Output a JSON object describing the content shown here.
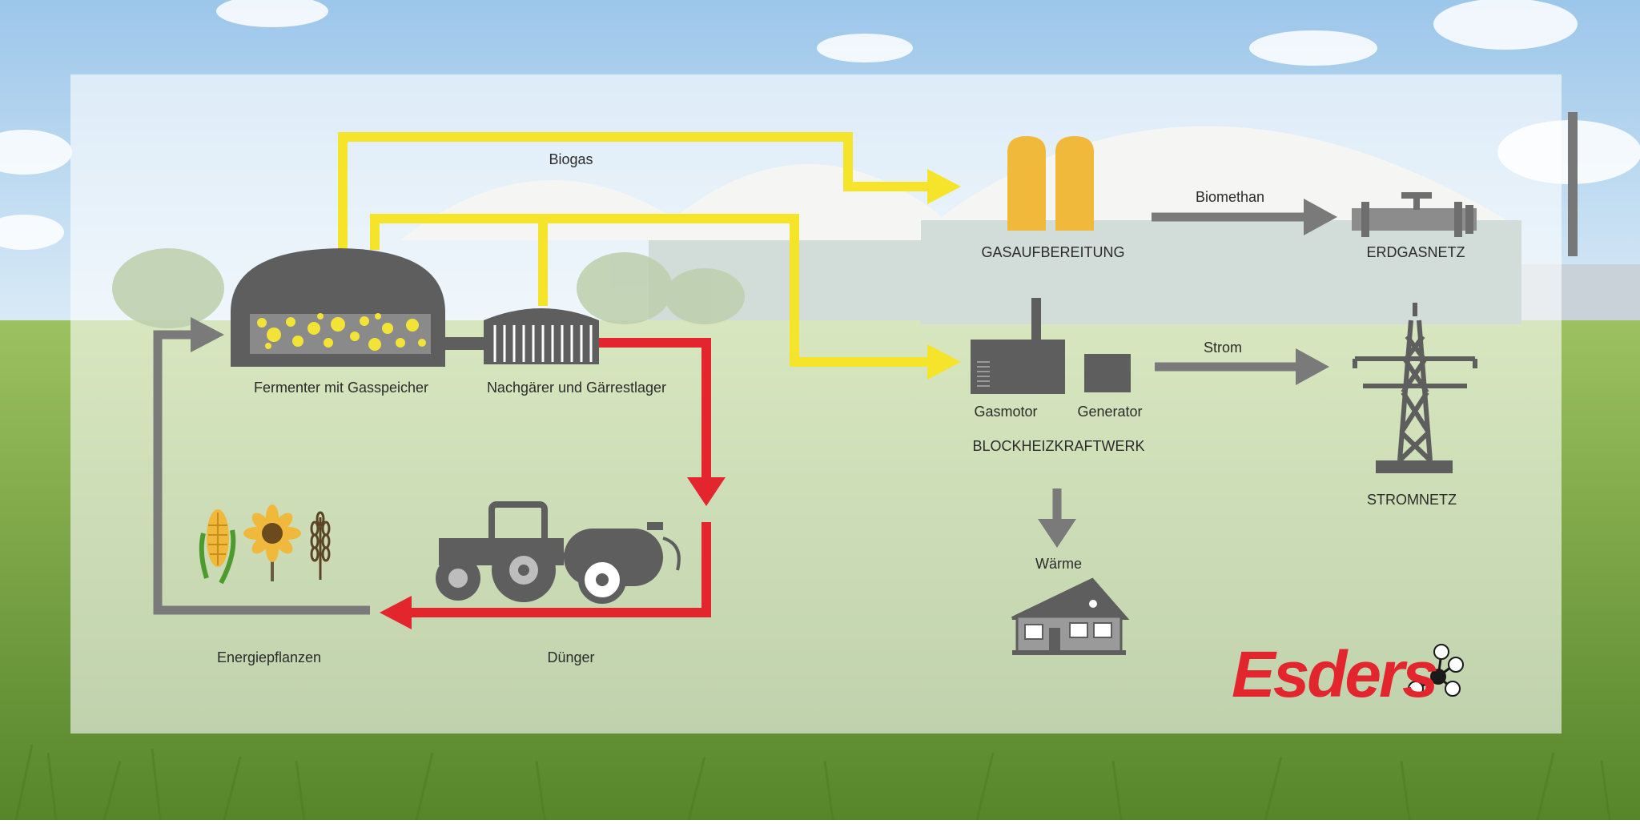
{
  "colors": {
    "sky_top": "#9cc6ea",
    "sky_bottom": "#dcecf7",
    "grass": "#7fae3e",
    "grass_dark": "#56852a",
    "panel": "#ffffff",
    "biogas_line": "#f5e42a",
    "duenger_line": "#e3262d",
    "grey_line": "#7a7a7a",
    "icon_grey": "#5e5e5e",
    "gas_tank": "#f0b93c",
    "logo_red": "#e3262d",
    "dome": "#e7e7e4",
    "tank_wall": "#8fa7a0"
  },
  "labels": {
    "biogas": "Biogas",
    "fermenter": "Fermenter mit Gasspeicher",
    "nachgaerer": "Nachgärer und Gärrestlager",
    "gasaufbereitung": "GASAUFBEREITUNG",
    "biomethan": "Biomethan",
    "erdgasnetz": "ERDGASNETZ",
    "gasmotor": "Gasmotor",
    "generator": "Generator",
    "bhkw": "BLOCKHEIZKRAFTWERK",
    "strom": "Strom",
    "stromnetz": "STROMNETZ",
    "waerme": "Wärme",
    "energiepflanzen": "Energiepflanzen",
    "duenger": "Dünger"
  },
  "logo": {
    "text": "Esders"
  },
  "icons": [
    "fermenter-dome-icon",
    "nachgaerer-tank-icon",
    "gas-tanks-icon",
    "gas-pipe-icon",
    "gas-motor-icon",
    "generator-icon",
    "power-pylon-icon",
    "house-icon",
    "tractor-icon",
    "slurry-tanker-icon",
    "corn-icon",
    "sunflower-icon",
    "wheat-icon",
    "molecule-icon"
  ]
}
